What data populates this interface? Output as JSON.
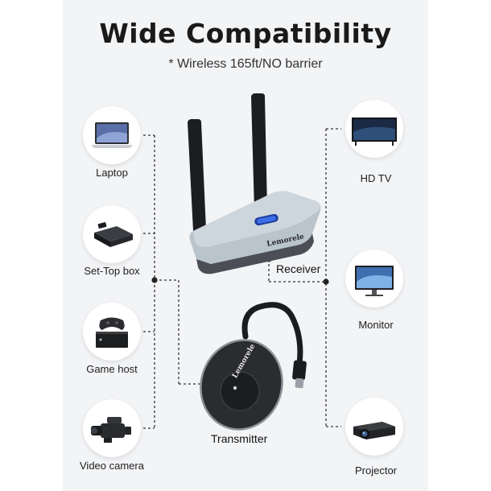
{
  "header": {
    "title": "Wide Compatibility",
    "subtitle": "* Wireless 165ft/NO barrier"
  },
  "left_devices": [
    {
      "label": "Laptop",
      "icon": "laptop-icon"
    },
    {
      "label": "Set-Top box",
      "icon": "set-top-box-icon"
    },
    {
      "label": "Game host",
      "icon": "game-console-icon"
    },
    {
      "label": "Video camera",
      "icon": "video-camera-icon"
    }
  ],
  "right_devices": [
    {
      "label": "HD TV",
      "icon": "tv-icon"
    },
    {
      "label": "Monitor",
      "icon": "monitor-icon"
    },
    {
      "label": "Projector",
      "icon": "projector-icon"
    }
  ],
  "products": {
    "receiver_label": "Receiver",
    "transmitter_label": "Transmitter",
    "brand": "Lemorele"
  }
}
